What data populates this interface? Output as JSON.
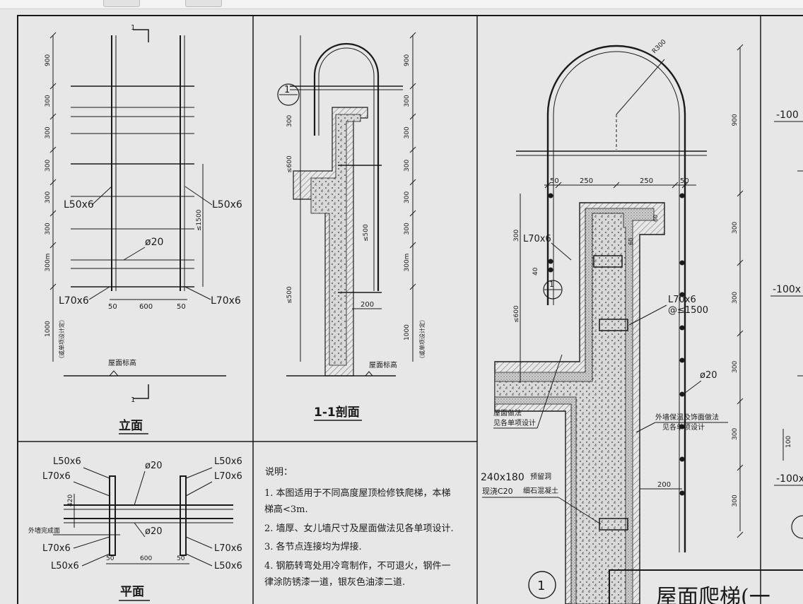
{
  "elevation": {
    "title": "立面",
    "section_mark": "1",
    "dims_left": [
      "900",
      "300",
      "300",
      "300",
      "300",
      "300",
      "300m"
    ],
    "dim_bottom": "1000",
    "dim_bottom_note": "（或单项设计定）",
    "dim_right": "≤1500",
    "dims_width": [
      "50",
      "600",
      "50"
    ],
    "labels": {
      "l50_left": "L50x6",
      "l50_right": "L50x6",
      "d20": "ø20",
      "l70_left": "L70x6",
      "l70_right": "L70x6"
    },
    "roof_level": "屋面标高"
  },
  "section": {
    "title": "1-1剖面",
    "detail_ref": "1",
    "dims_left": [
      "300",
      "≤600",
      "≤500",
      "≤500"
    ],
    "dims_right": [
      "900",
      "300",
      "300",
      "300",
      "300",
      "300",
      "300m"
    ],
    "dim_bottom": "1000",
    "dim_bottom_note": "（或单项设计定）",
    "dim_200": "200",
    "roof_level": "屋面标高"
  },
  "plan": {
    "title": "平面",
    "labels_left": [
      "L50x6",
      "L70x6",
      "L70x6",
      "L50x6"
    ],
    "labels_right": [
      "L50x6",
      "L70x6",
      "L70x6",
      "L50x6"
    ],
    "d20_top": "ø20",
    "d20_mid": "ø20",
    "wall_label": "外墙完成面",
    "dims": [
      "50",
      "600",
      "50"
    ],
    "dim_vertical": "420"
  },
  "notes": {
    "heading": "说明：",
    "items": [
      "1. 本图适用于不同高度屋顶检修铁爬梯，本梯",
      "   梯高<3m.",
      "2. 墙厚、女儿墙尺寸及屋面做法见各单项设计.",
      "3. 各节点连接均为焊接.",
      "4. 钢筋转弯处用冷弯制作，不可退火，钢件一",
      "   律涂防锈漆一道，银灰色油漆二道."
    ]
  },
  "detail": {
    "mark": "1",
    "radius": "R300",
    "dims_top": [
      "50",
      "250",
      "250",
      "50"
    ],
    "dims_right": [
      "900",
      "300",
      "300",
      "300",
      "300",
      "300"
    ],
    "dims_left": [
      "300",
      "40",
      "≤600"
    ],
    "dims_small": [
      "60",
      "60"
    ],
    "l70_a": "L70x6",
    "l70_b": "L70x6",
    "spacing": "@≤1500",
    "d20": "ø20",
    "roof_note_1": "屋面做法",
    "roof_note_2": "见各单项设计",
    "wall_note_1": "外墙保温及饰面做法",
    "wall_note_2": "见各单项设计",
    "hole_size": "240x180",
    "hole_text": "预留洞",
    "concrete_grade": "现浇C20",
    "concrete_text": "细石混凝土",
    "dim_200": "200"
  },
  "right_panel": {
    "levels": [
      "-100",
      "-100x",
      "-100x"
    ],
    "dim": "100"
  },
  "title_block": {
    "title": "屋面爬梯(一"
  }
}
